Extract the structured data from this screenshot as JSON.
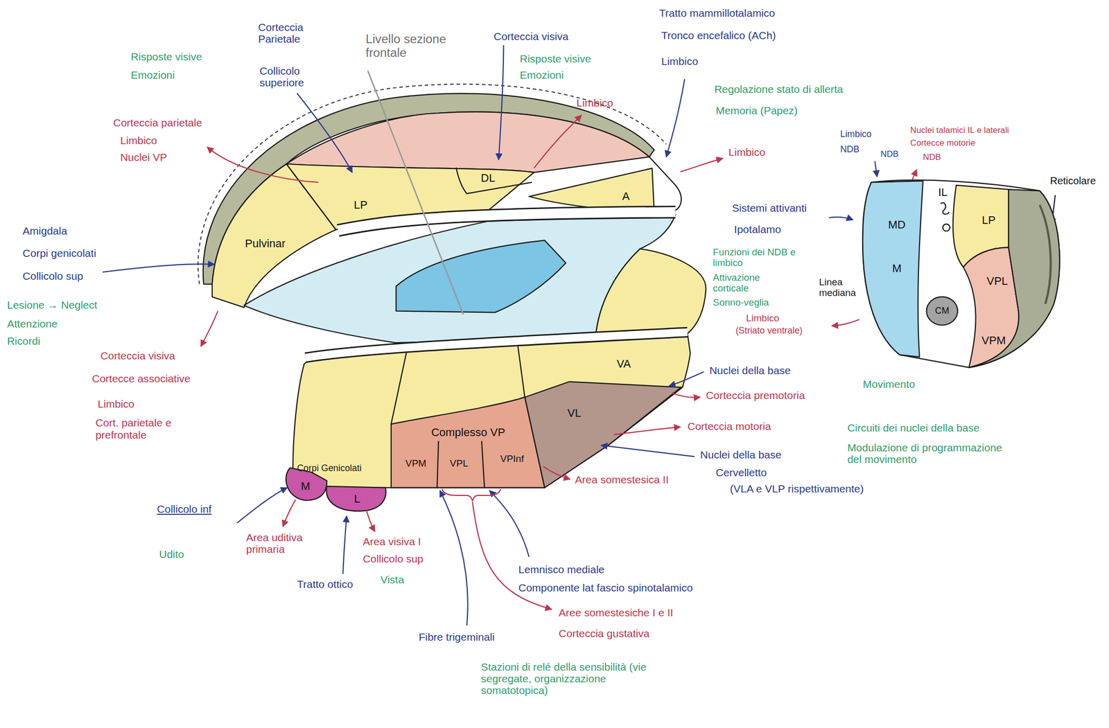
{
  "diagram": {
    "nodes": [
      {
        "text": [
          "Pulvinar"
        ]
      },
      {
        "text": [
          "LP"
        ]
      },
      {
        "text": [
          "DL"
        ]
      },
      {
        "text": [
          "A"
        ]
      },
      {
        "text": [
          "VA"
        ]
      },
      {
        "text": [
          "VL"
        ]
      },
      {
        "text": [
          "Complesso VP"
        ]
      },
      {
        "text": [
          "VPM"
        ],
        "in": 6
      },
      {
        "text": [
          "VPL"
        ],
        "in": 6
      },
      {
        "text": [
          "VPInf"
        ],
        "in": 6
      },
      {
        "text": [
          "M"
        ]
      },
      {
        "text": [
          "L"
        ]
      },
      {
        "text": [
          "MD",
          "M"
        ]
      },
      {
        "text": [
          "IL"
        ]
      },
      {
        "text": [
          "CM"
        ],
        "in": 13
      },
      {
        "text": [
          "LP"
        ]
      },
      {
        "text": [
          "VPL"
        ]
      },
      {
        "text": [
          "VPM"
        ]
      },
      {
        "text": [
          "Reticolare"
        ]
      }
    ],
    "labels": [
      "Risposte visive",
      "Emozioni",
      "Corteccia Parietale",
      "Collicolo superiore",
      "Livello sezione frontale",
      "Corteccia visiva",
      "Risposte visive",
      "Emozioni",
      "Limbico",
      "Tratto mammillotalamico",
      "Tronco encefalico (ACh)",
      "Limbico",
      "Regolazione stato di allerta",
      "Memoria (Papez)",
      "Limbico",
      "Corteccia parietale",
      "Limbico",
      "Nuclei VP",
      "Amigdala",
      "Corpi genicolati",
      "Collicolo sup",
      "Lesione → Neglect",
      "Attenzione",
      "Ricordi",
      "Corteccia visiva",
      "Cortecce associative",
      "Limbico",
      "Cort. parietale e prefrontale",
      "Corpi Genicolati",
      "Collicolo inf",
      "Udito",
      "Area uditiva primaria",
      "Area visiva I",
      "Collicolo sup",
      "Tratto ottico",
      "Vista",
      "Lemnisco mediale",
      "Componente lat fascio spinotalamico",
      "Aree somestesiche I e II",
      "Corteccia gustativa",
      "Fibre trigeminali",
      "Stazioni di relé della sensibilità (vie segregate, organizzazione somatotopica)",
      "Area somestesica II",
      "Nuclei della base",
      "Corteccia premotoria",
      "Movimento",
      "Corteccia motoria",
      "Nuclei della base",
      "Cervelletto",
      "(VLA e VLP rispettivamente)",
      "Circuiti dei nuclei della base",
      "Modulazione di programmazione del movimento",
      "Limbico",
      "NDB",
      "NDB",
      "Nuclei talamici IL e laterali",
      "Cortecce motorie",
      "NDB",
      "Sistemi attivanti",
      "Ipotalamo",
      "Funzioni dei NDB e limbico",
      "Attivazione corticale",
      "Sonno-veglia",
      "Limbico",
      "(Striato ventrale)",
      "Linea mediana"
    ]
  }
}
